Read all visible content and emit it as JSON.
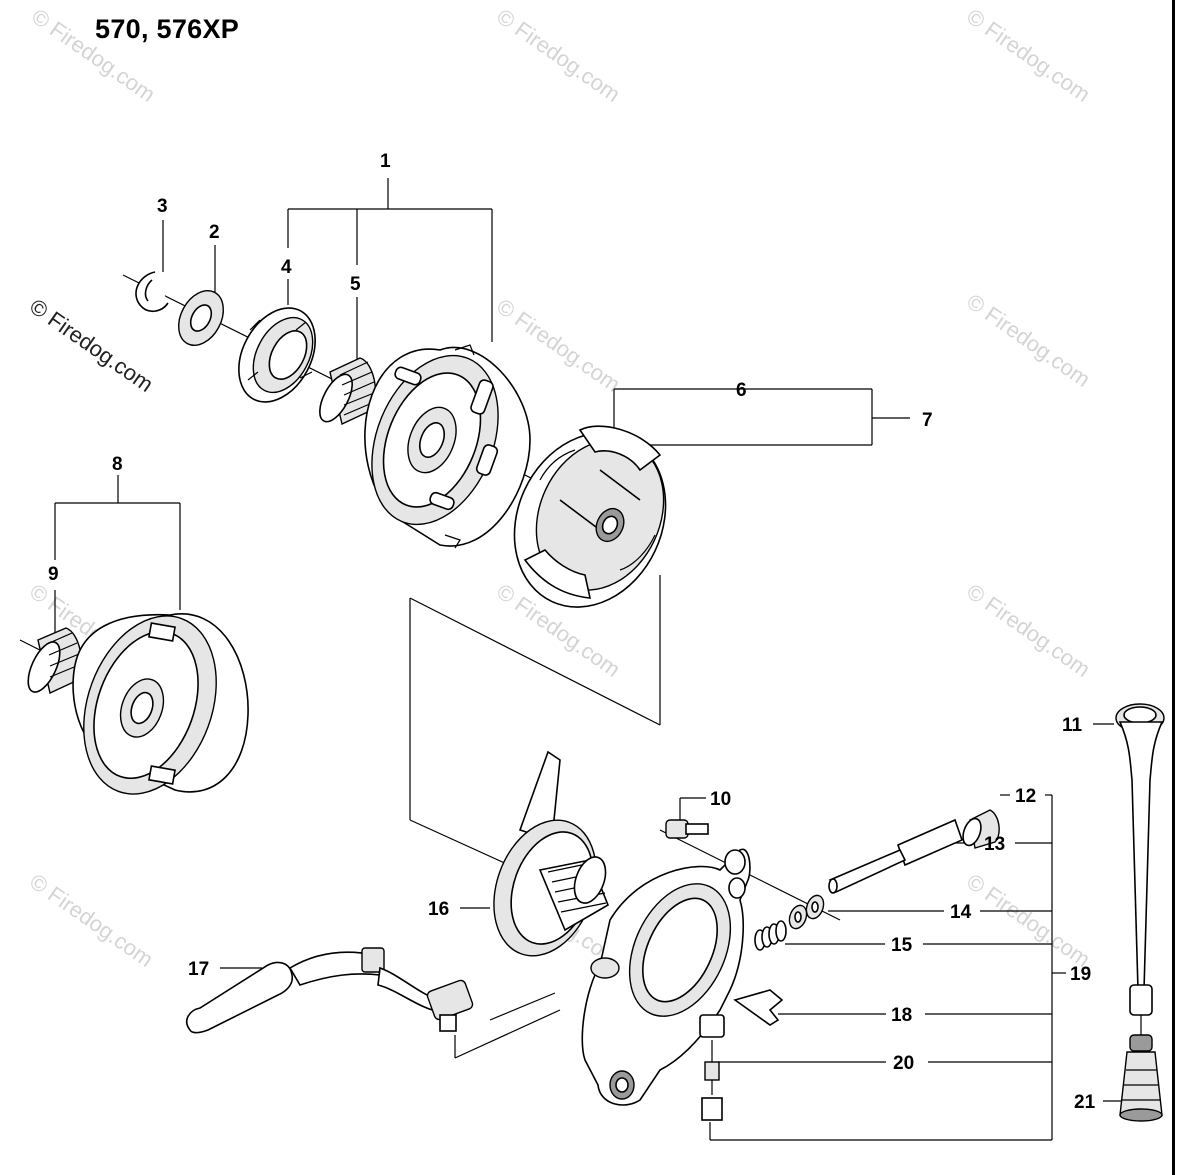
{
  "title": "570, 576XP",
  "watermark": "© Firedog.com",
  "callouts": [
    "1",
    "2",
    "3",
    "4",
    "5",
    "6",
    "7",
    "8",
    "9",
    "10",
    "11",
    "12",
    "13",
    "14",
    "15",
    "16",
    "17",
    "18",
    "19",
    "20",
    "21"
  ],
  "colors": {
    "line": "#000000",
    "watermark": "#d4d4d4",
    "background": "#ffffff"
  }
}
